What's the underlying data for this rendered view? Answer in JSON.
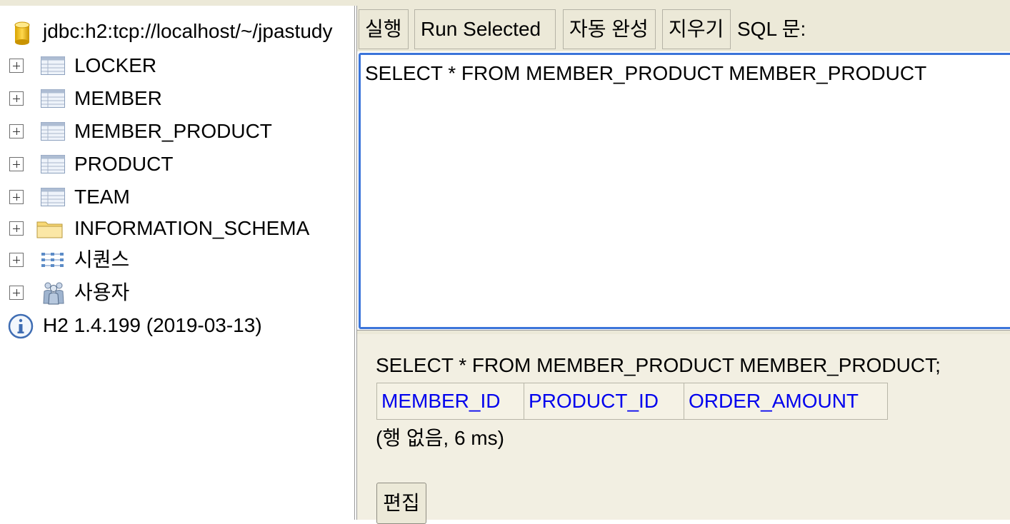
{
  "tree": {
    "connection": {
      "label": "jdbc:h2:tcp://localhost/~/jpastudy",
      "icon": "database-cylinder-icon"
    },
    "tables": [
      {
        "label": "LOCKER",
        "icon": "table-icon"
      },
      {
        "label": "MEMBER",
        "icon": "table-icon"
      },
      {
        "label": "MEMBER_PRODUCT",
        "icon": "table-icon"
      },
      {
        "label": "PRODUCT",
        "icon": "table-icon"
      },
      {
        "label": "TEAM",
        "icon": "table-icon"
      }
    ],
    "schema": {
      "label": "INFORMATION_SCHEMA",
      "icon": "folder-icon"
    },
    "sequences": {
      "label": "시퀀스",
      "icon": "sequence-icon"
    },
    "users": {
      "label": "사용자",
      "icon": "users-icon"
    },
    "version": {
      "label": "H2 1.4.199 (2019-03-13)",
      "icon": "info-icon"
    }
  },
  "toolbar": {
    "run": "실행",
    "run_selected": "Run Selected",
    "auto_complete": "자동 완성",
    "clear": "지우기",
    "sql_label": "SQL 문:"
  },
  "editor": {
    "query": "SELECT * FROM MEMBER_PRODUCT MEMBER_PRODUCT"
  },
  "result": {
    "executed_sql": "SELECT * FROM MEMBER_PRODUCT MEMBER_PRODUCT;",
    "columns": [
      "MEMBER_ID",
      "PRODUCT_ID",
      "ORDER_AMOUNT"
    ],
    "status": "(행 없음, 6 ms)",
    "edit_button": "편집"
  },
  "colors": {
    "accent_border": "#3b74d9",
    "link": "#0000ee",
    "panel_bg": "#ece9d8",
    "result_bg": "#f2efe2"
  }
}
